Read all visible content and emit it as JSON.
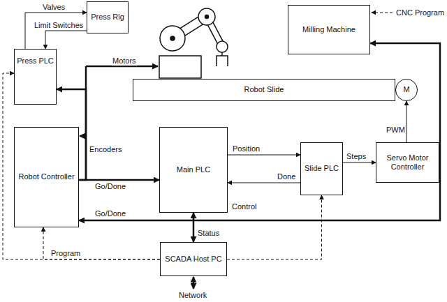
{
  "diagram": {
    "nodes": [
      {
        "text": [
          "Press Rig"
        ]
      },
      {
        "text": [
          "Milling Machine"
        ]
      },
      {
        "text": [
          "Press PLC"
        ]
      },
      {
        "text": [
          "Robot Slide"
        ]
      },
      {
        "text": [
          "M"
        ]
      },
      {
        "text": [
          "Robot Controller"
        ]
      },
      {
        "text": [
          "Main PLC"
        ]
      },
      {
        "text": [
          "Slide PLC"
        ]
      },
      {
        "text": [
          "Servo Motor Controller"
        ]
      },
      {
        "text": [
          "SCADA Host PC"
        ]
      }
    ],
    "edges": [
      {
        "from": 2,
        "to": 0,
        "label": "Valves",
        "arrow": "to"
      },
      {
        "from": 0,
        "to": 2,
        "label": "Limit Switches",
        "arrow": "to"
      },
      {
        "from": 5,
        "to": 2,
        "arrow": "to"
      },
      {
        "from": 5,
        "to": 6,
        "label": "Go/Done",
        "arrow": "to"
      },
      {
        "from": 6,
        "to": 7,
        "label": "Position",
        "arrow": "to"
      },
      {
        "from": 7,
        "to": 6,
        "label": "Done",
        "arrow": "to"
      },
      {
        "from": 7,
        "to": 8,
        "label": "Steps",
        "arrow": "to"
      },
      {
        "from": 8,
        "to": 4,
        "label": "PWM",
        "arrow": "to"
      },
      {
        "from": 6,
        "to": 9,
        "arrow": "both"
      },
      {
        "from": 5,
        "to": 1,
        "label": "Go/Done",
        "arrow": "both"
      },
      {
        "from": 9,
        "to": 5,
        "label": "Program",
        "arrow": "to"
      },
      {
        "from": 9,
        "to": 2,
        "arrow": "to"
      },
      {
        "from": 9,
        "to": 7,
        "arrow": "to"
      }
    ],
    "labels": [
      "Motors",
      "Encoders",
      "Control",
      "Status",
      "CNC Program",
      "Network"
    ]
  }
}
